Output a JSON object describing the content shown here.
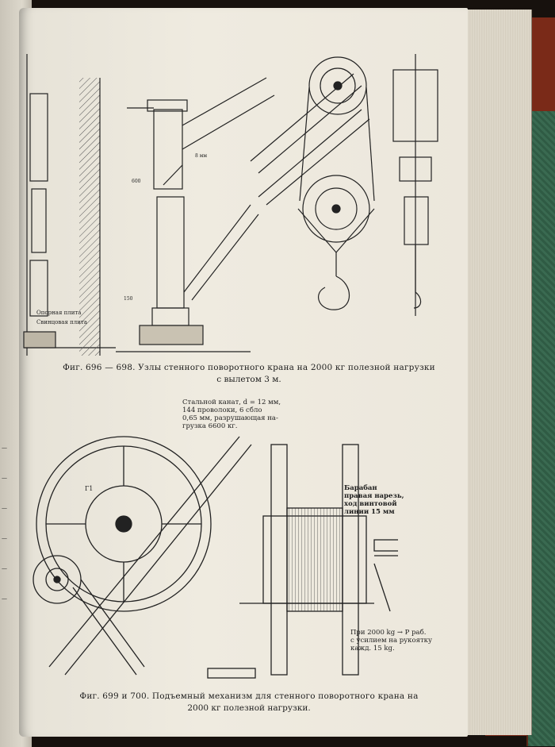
{
  "figure_top": {
    "caption_line1": "Фиг. 696 — 698. Узлы стенного поворотного крана на 2000 кг полезной нагрузки",
    "caption_line2": "с вылетом 3 м.",
    "labels": {
      "support_plate": "Опорная плита",
      "lead_plate": "Свинцовая плита",
      "dim_600": "600",
      "dim_150": "150",
      "dim_8mm": "8 мм"
    }
  },
  "figure_bottom": {
    "caption_line1": "Фиг. 699 и 700. Подъемный механизм для стенного поворотного крана на",
    "caption_line2": "2000 кг полезной нагрузки.",
    "rope_note": [
      "Стальной канат, d = 12 мм,",
      "144 проволоки, 6 сбло",
      "0,65 мм, разрушающая на-",
      "грузка 6600 кг."
    ],
    "drum_note": [
      "Барабан",
      "правая нарезь,",
      "ход винтовой",
      "линии 15 мм"
    ],
    "force_note": [
      "При 2000 kg → P раб.",
      "с усилием на рукоятку",
      "кажд. 15 kg."
    ],
    "wheel_label": "Г1"
  }
}
